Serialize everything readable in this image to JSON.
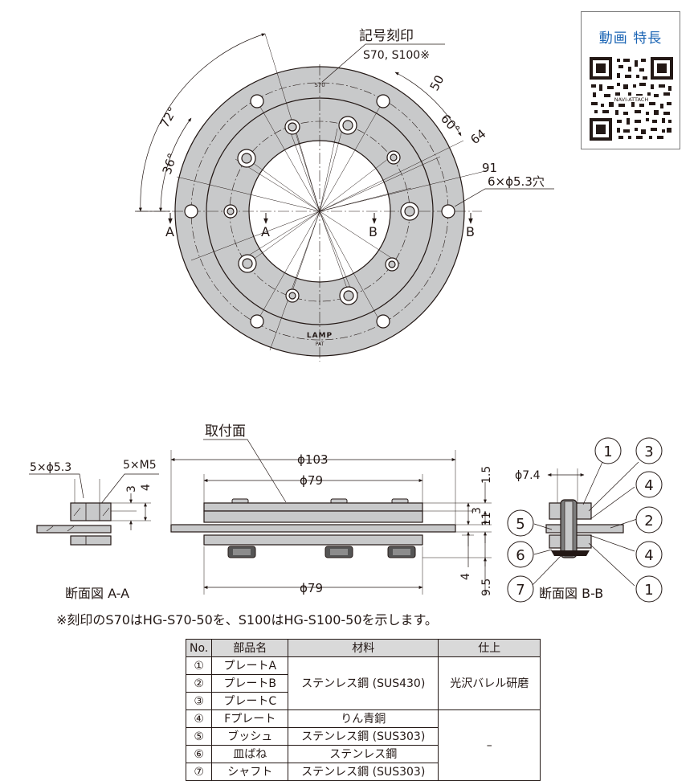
{
  "qr": {
    "title": "動画 特長",
    "caption": "NAVI-ATTACH"
  },
  "plan": {
    "engrave_label": "記号刻印",
    "engrave_codes": "S70, S100※",
    "dim_50": "50",
    "dim_60deg": "60°",
    "dim_64": "64",
    "dim_91": "91",
    "holes": "6×ϕ5.3穴",
    "angle_72": "72°",
    "angle_36": "36°",
    "section_a": "A",
    "section_b": "B",
    "stamp_code": "S70",
    "logo": "LAMP",
    "pat": "PAT"
  },
  "side": {
    "mount_face": "取付面",
    "dia_103": "ϕ103",
    "dia_79_top": "ϕ79",
    "dia_79_bottom": "ϕ79",
    "dim_1_5": "1.5",
    "dim_3": "3",
    "dim_11": "11",
    "dim_4": "4",
    "dim_9_5": "9.5"
  },
  "section_aa": {
    "holes": "5×ϕ5.3",
    "taps": "5×M5",
    "dim_3": "3",
    "dim_4": "4",
    "caption": "断面図 A-A"
  },
  "section_bb": {
    "dia": "ϕ7.4",
    "caption": "断面図 B-B",
    "callouts": [
      "1",
      "3",
      "4",
      "2",
      "4",
      "1",
      "5",
      "6",
      "7"
    ]
  },
  "note": "※刻印のS70はHG-S70-50を、S100はHG-S100-50を示します。",
  "table": {
    "headers": [
      "No.",
      "部品名",
      "材料",
      "仕上"
    ],
    "rows": [
      {
        "no": "①",
        "name": "プレートA"
      },
      {
        "no": "②",
        "name": "プレートB"
      },
      {
        "no": "③",
        "name": "プレートC"
      },
      {
        "no": "④",
        "name": "Fプレート"
      },
      {
        "no": "⑤",
        "name": "ブッシュ"
      },
      {
        "no": "⑥",
        "name": "皿ばね"
      },
      {
        "no": "⑦",
        "name": "シャフト"
      }
    ],
    "material_123": "ステンレス鋼 (SUS430)",
    "finish_123": "光沢バレル研磨",
    "material_4": "りん青銅",
    "material_5": "ステンレス鋼 (SUS303)",
    "material_6": "ステンレス鋼",
    "material_7": "ステンレス鋼 (SUS303)",
    "finish_4_7": "–"
  },
  "colors": {
    "part_gray": "#c8c9ca",
    "line": "#231815",
    "qr_blue": "#1a64b4"
  }
}
